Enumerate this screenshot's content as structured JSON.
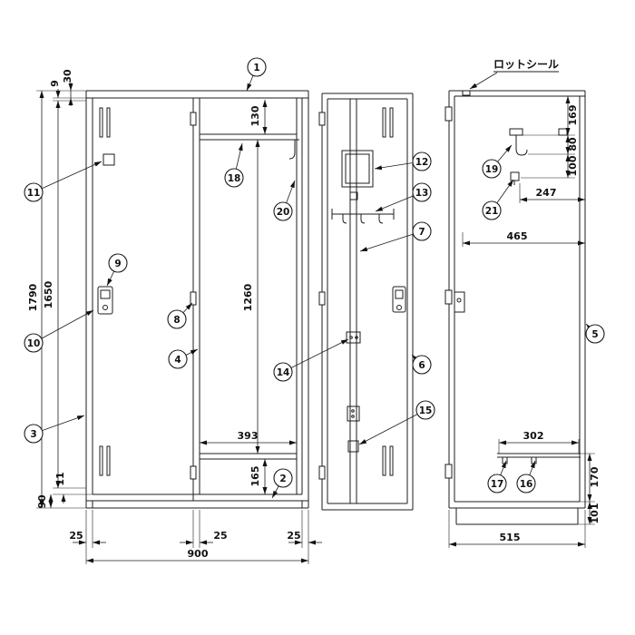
{
  "drawing": {
    "subject": "locker cabinet assembly drawing (front view, open door view, side view)"
  },
  "labels": {
    "lot_seal": "ロットシール"
  },
  "callouts": {
    "c1": "1",
    "c2": "2",
    "c3": "3",
    "c4": "4",
    "c5": "5",
    "c6": "6",
    "c7": "7",
    "c8": "8",
    "c9": "9",
    "c10": "10",
    "c11": "11",
    "c12": "12",
    "c13": "13",
    "c14": "14",
    "c15": "15",
    "c16": "16",
    "c17": "17",
    "c18": "18",
    "c19": "19",
    "c20": "20",
    "c21": "21"
  },
  "dims_front": {
    "top_cap": "30",
    "top_gap": "9",
    "total_height": "1790",
    "inner_height": "1650",
    "bottom_gap": "11",
    "base": "90",
    "shelf_offset": "130",
    "hanging": "1260",
    "compartment_width": "393",
    "bottom_shelf": "165",
    "left_wall": "25",
    "mid_wall": "25",
    "right_wall": "25",
    "total_width": "900"
  },
  "dims_side": {
    "hook_top": "169",
    "hook_upper": "80",
    "hook_lower": "100",
    "hook_depth": "247",
    "rail_depth": "465",
    "shelf_width": "302",
    "shelf_height": "170",
    "base_height": "101",
    "total_depth": "515"
  }
}
